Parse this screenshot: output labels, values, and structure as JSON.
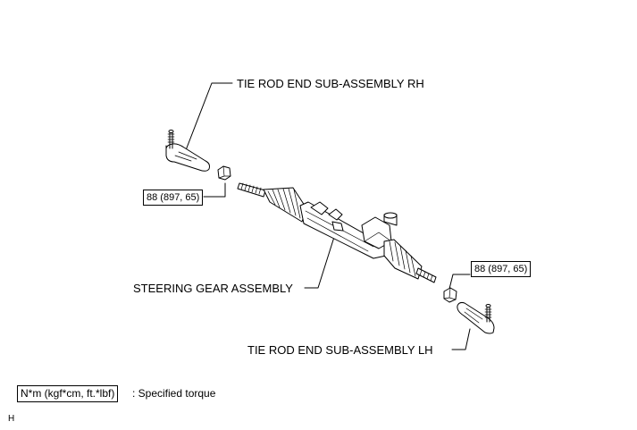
{
  "labels": {
    "tie_rod_rh": "TIE ROD END SUB-ASSEMBLY RH",
    "steering_gear": "STEERING GEAR ASSEMBLY",
    "tie_rod_lh": "TIE ROD END SUB-ASSEMBLY LH"
  },
  "torque": {
    "rh": "88 (897, 65)",
    "lh": "88 (897, 65)"
  },
  "legend": {
    "unit": "N*m (kgf*cm, ft.*lbf)",
    "description": ": Specified torque"
  },
  "figure_code": "H"
}
